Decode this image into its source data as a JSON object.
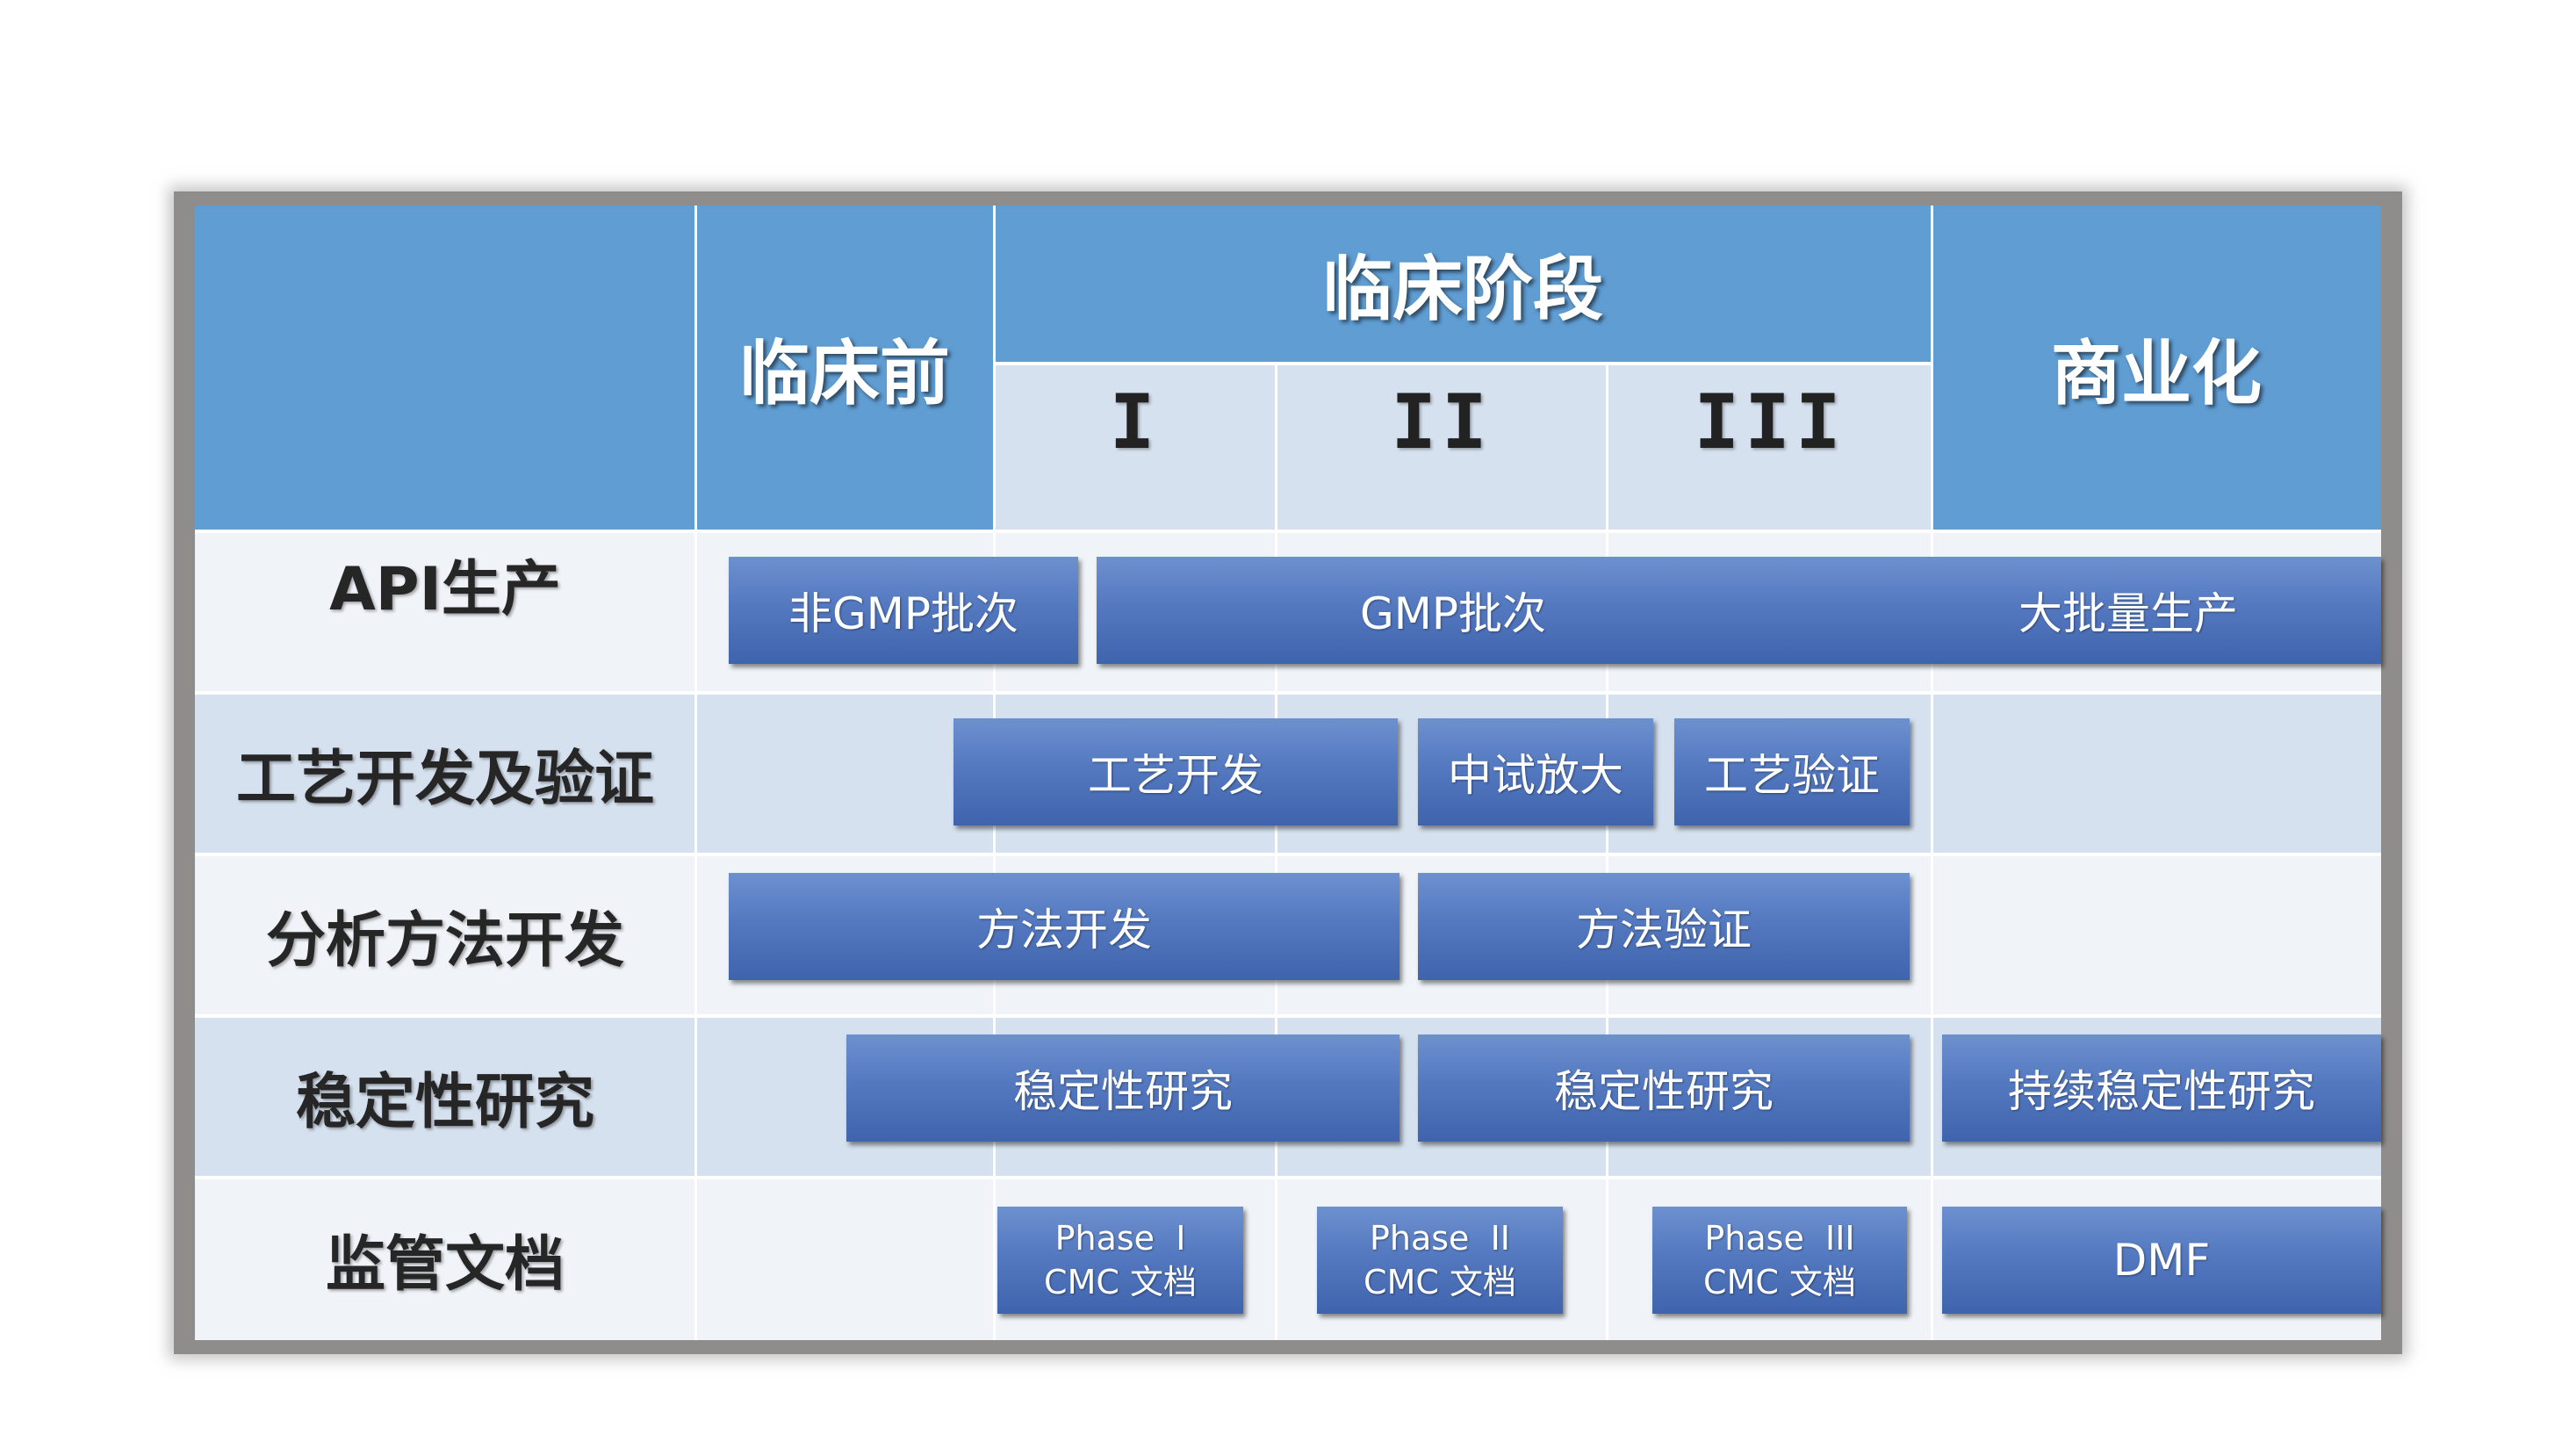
{
  "header": {
    "preclinical": "临床前",
    "clinical": "临床阶段",
    "commercial": "商业化",
    "phases": [
      "I",
      "II",
      "III"
    ]
  },
  "rows": {
    "api": "API生产",
    "process": "工艺开发及验证",
    "analytical": "分析方法开发",
    "stability": "稳定性研究",
    "regulatory": "监管文档"
  },
  "bars": {
    "non_gmp": "非GMP批次",
    "gmp": "GMP批次",
    "large_scale": "大批量生产",
    "process_dev": "工艺开发",
    "pilot_scale": "中试放大",
    "process_validation": "工艺验证",
    "method_dev": "方法开发",
    "method_validation": "方法验证",
    "stability_1": "稳定性研究",
    "stability_2": "稳定性研究",
    "ongoing_stability": "持续稳定性研究",
    "phase1_line1": "Phase  I",
    "phase1_line2": "CMC 文档",
    "phase2_line1": "Phase  II",
    "phase2_line2": "CMC 文档",
    "phase3_line1": "Phase  III",
    "phase3_line2": "CMC 文档",
    "dmf": "DMF"
  },
  "colors": {
    "header": "#5f9dd3",
    "row_dark": "#d6e1ef",
    "row_light": "#f0f4f9",
    "bar": "#4e72b9",
    "frame": "#8f8c8c"
  }
}
